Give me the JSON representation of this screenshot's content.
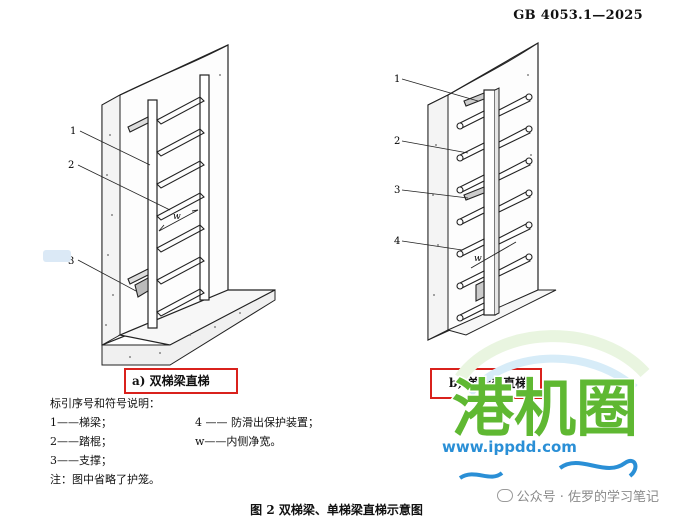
{
  "header": {
    "standard_number": "GB 4053.1—2025"
  },
  "figure_a": {
    "caption": "a)  双梯梁直梯",
    "callouts": [
      "1",
      "2",
      "3"
    ],
    "width_symbol": "w"
  },
  "figure_b": {
    "caption": "b)  单梯梁直梯",
    "callouts": [
      "1",
      "2",
      "3",
      "4"
    ],
    "width_symbol": "w"
  },
  "legend": {
    "title": "标引序号和符号说明：",
    "items": [
      "1——梯梁；",
      "4 —— 防滑出保护装置；",
      "2——踏棍；",
      "w——内侧净宽。",
      "3——支撑；"
    ],
    "note": "注：图中省略了护笼。"
  },
  "figure_caption": "图 2   双梯梁、单梯梁直梯示意图",
  "watermark": {
    "logo_text": "港机圈",
    "url": "www.ippdd.com",
    "account": "公众号 · 佐罗的学习笔记"
  },
  "colors": {
    "highlight_box": "#d9211c",
    "logo_green": "#5fb832",
    "logo_blue": "#2a8fd6"
  }
}
